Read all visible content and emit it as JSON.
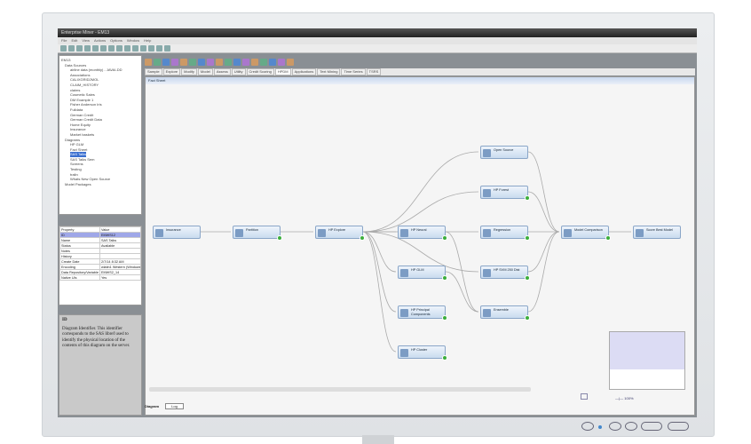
{
  "window": {
    "title": "Enterprise Miner - EM13",
    "menu": [
      "File",
      "Edit",
      "View",
      "Actions",
      "Options",
      "Window",
      "Help"
    ]
  },
  "tree": {
    "root": "EM13",
    "data_sources_label": "Data Sources",
    "data_sources": [
      "airline data (monthly) - JAVAI-DD",
      "Associations",
      "CALIXGRID2MOL",
      "CLAIM_HISTORY",
      "claims",
      "Cosmetic Sales",
      "DM Example 1",
      "Fisher Anderson Iris",
      "Fulldata",
      "German Credit",
      "German Credit Data",
      "Home Equity",
      "Insurance",
      "Market baskets"
    ],
    "diagrams_label": "Diagrams",
    "diagrams": [
      "HP GLM",
      "Fact Sheet",
      "SAS Talks",
      "SAS Talks Sem",
      "Screens",
      "Testing",
      "tralin",
      "Whats New Open Source"
    ],
    "selected_diagram": "SAS Talks",
    "model_packages_label": "Model Packages"
  },
  "properties": {
    "headers": [
      "Property",
      "Value"
    ],
    "rows": [
      [
        "ID",
        "EMWS12"
      ],
      [
        "Name",
        "SAS Talks"
      ],
      [
        "Status",
        "Available"
      ],
      [
        "Notes",
        ""
      ],
      [
        "History",
        ""
      ],
      [
        "Create Date",
        "2/7/14 8:32 AM"
      ],
      [
        "Encoding",
        "wlatin1 Western (Windows)"
      ],
      [
        "Data Repository/Variable",
        "EMWS2_14"
      ],
      [
        "Native UIs",
        "Yes"
      ]
    ]
  },
  "description": {
    "title": "ID",
    "text": "Diagram Identifier. This identifier corresponds to the SAS libref used to identify the physical location of the contents of this diagram on the server."
  },
  "tabs": [
    "Sample",
    "Explore",
    "Modify",
    "Model",
    "Assess",
    "Utility",
    "Credit Scoring",
    "HPDM",
    "Applications",
    "Text Mining",
    "Time Series",
    "TSRS"
  ],
  "active_tab": "HPDM",
  "diagram": {
    "title": "Fact Sheet",
    "nodes": [
      {
        "id": "ins",
        "label": "Insurance",
        "ok": false
      },
      {
        "id": "part",
        "label": "Partition",
        "ok": true
      },
      {
        "id": "exp",
        "label": "HP Explore",
        "ok": true
      },
      {
        "id": "neu",
        "label": "HP Neural",
        "ok": true
      },
      {
        "id": "glm",
        "label": "HP GLM",
        "ok": true
      },
      {
        "id": "pc",
        "label": "HP Principal Components",
        "ok": true
      },
      {
        "id": "clu",
        "label": "HP Cluster",
        "ok": true
      },
      {
        "id": "os",
        "label": "Open Source",
        "ok": false
      },
      {
        "id": "for",
        "label": "HP Forest",
        "ok": true
      },
      {
        "id": "reg",
        "label": "Regression",
        "ok": true
      },
      {
        "id": "svm",
        "label": "HP SVM 250 Dist",
        "ok": true
      },
      {
        "id": "ens",
        "label": "Ensemble",
        "ok": true
      },
      {
        "id": "mc",
        "label": "Model Comparison",
        "ok": true
      },
      {
        "id": "sbm",
        "label": "Score Best Model",
        "ok": false
      }
    ],
    "edges": [
      [
        "ins",
        "part"
      ],
      [
        "part",
        "exp"
      ],
      [
        "exp",
        "neu"
      ],
      [
        "exp",
        "glm"
      ],
      [
        "exp",
        "pc"
      ],
      [
        "exp",
        "clu"
      ],
      [
        "exp",
        "os"
      ],
      [
        "exp",
        "for"
      ],
      [
        "exp",
        "reg"
      ],
      [
        "exp",
        "svm"
      ],
      [
        "neu",
        "ens"
      ],
      [
        "glm",
        "ens"
      ],
      [
        "os",
        "mc"
      ],
      [
        "for",
        "mc"
      ],
      [
        "reg",
        "mc"
      ],
      [
        "svm",
        "mc"
      ],
      [
        "ens",
        "mc"
      ],
      [
        "mc",
        "sbm"
      ]
    ]
  },
  "zoom_level": "100%",
  "status": {
    "label": "Diagram",
    "value": "Log"
  }
}
